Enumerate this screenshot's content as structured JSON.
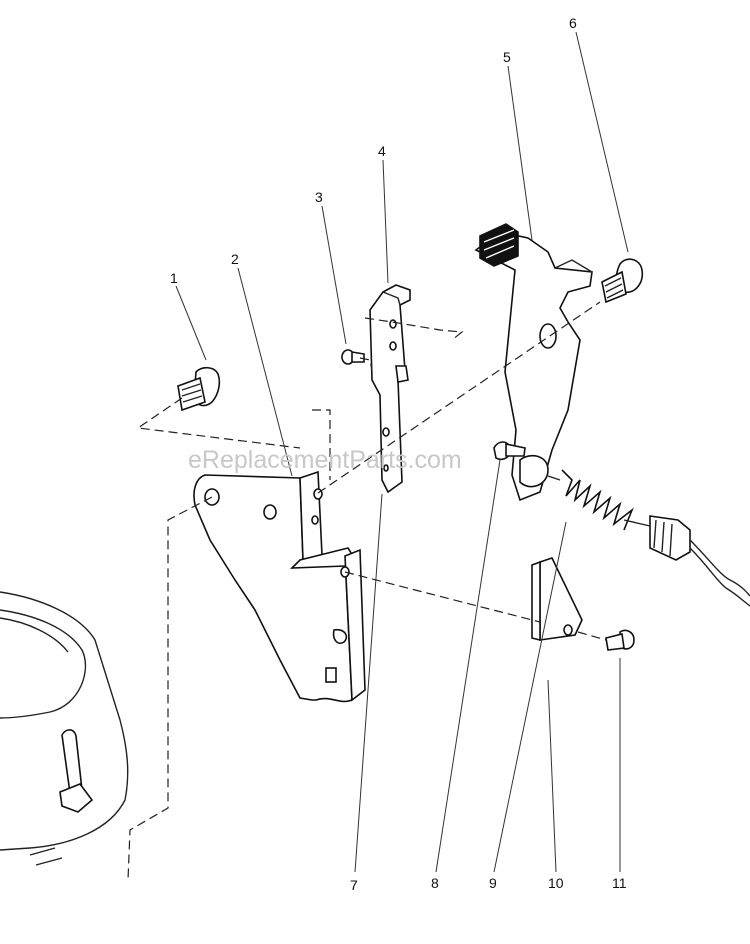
{
  "watermark": "eReplacementParts.com",
  "callouts": [
    {
      "id": "1",
      "label": "1"
    },
    {
      "id": "2",
      "label": "2"
    },
    {
      "id": "3",
      "label": "3"
    },
    {
      "id": "4",
      "label": "4"
    },
    {
      "id": "5",
      "label": "5"
    },
    {
      "id": "6",
      "label": "6"
    },
    {
      "id": "7",
      "label": "7"
    },
    {
      "id": "8",
      "label": "8"
    },
    {
      "id": "9",
      "label": "9"
    },
    {
      "id": "10",
      "label": "10"
    },
    {
      "id": "11",
      "label": "11"
    }
  ],
  "colors": {
    "line": "#111111",
    "watermark": "#c8c8c8",
    "background": "#ffffff"
  }
}
